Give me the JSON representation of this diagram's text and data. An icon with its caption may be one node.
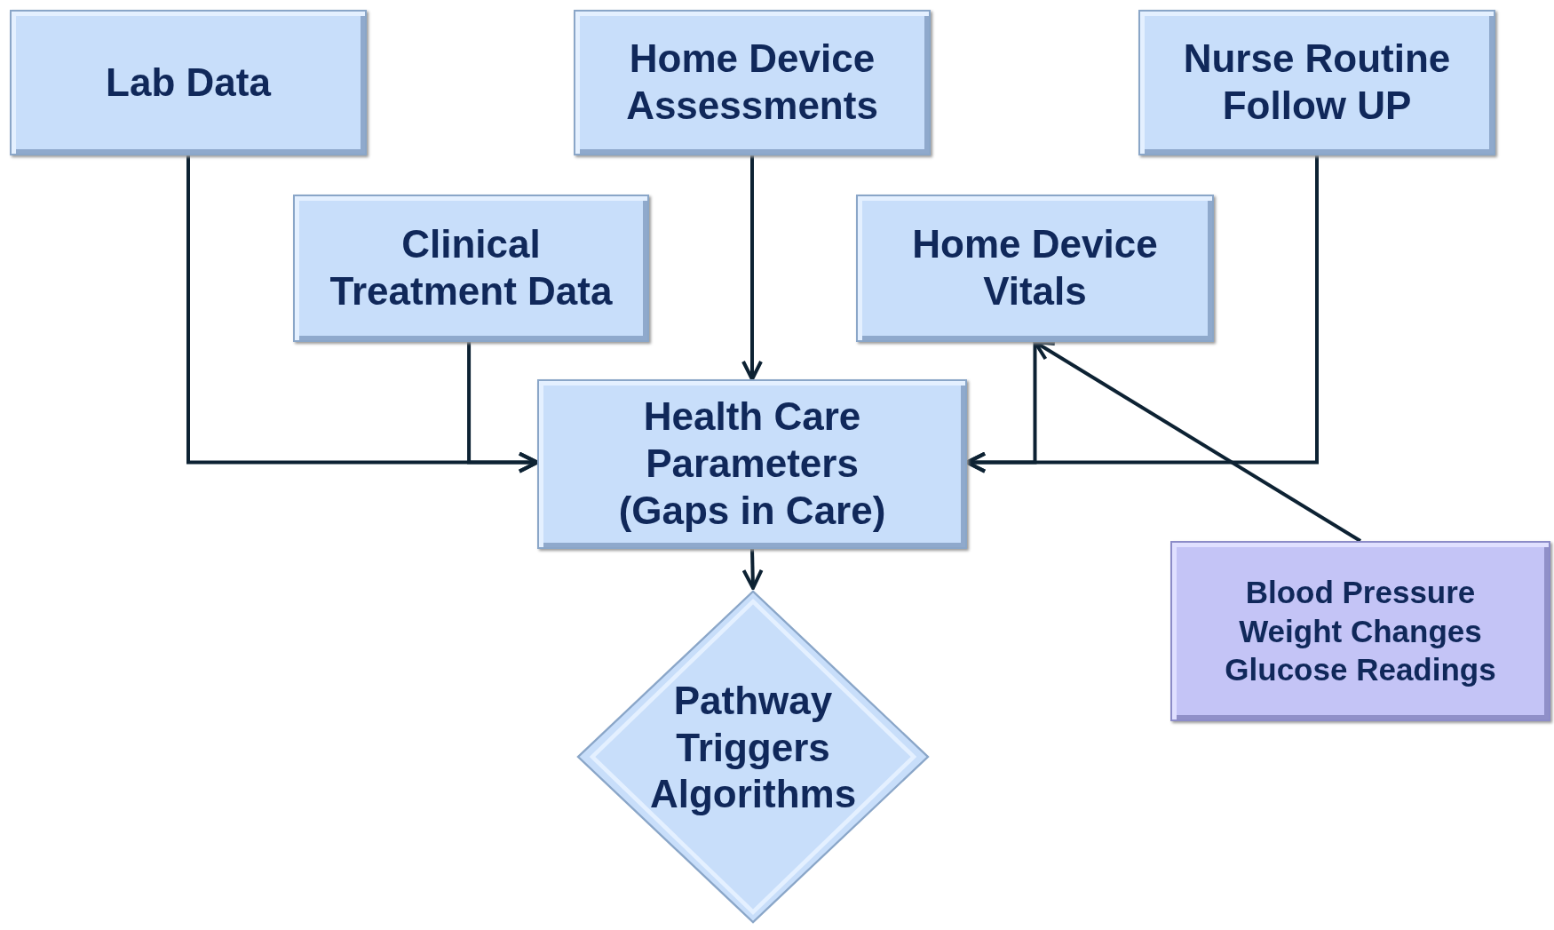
{
  "diagram": {
    "nodes": [
      {
        "text": [
          "Lab Data"
        ]
      },
      {
        "text": [
          "Home Device Assessments"
        ]
      },
      {
        "text": [
          "Nurse Routine Follow UP"
        ]
      },
      {
        "text": [
          "Clinical Treatment Data"
        ]
      },
      {
        "text": [
          "Home Device Vitals"
        ]
      },
      {
        "text": [
          "Health Care Parameters (Gaps in Care)"
        ]
      },
      {
        "text": [
          "Pathway Triggers Algorithms"
        ]
      },
      {
        "text": [
          "Blood Pressure Weight Changes Glucose Readings"
        ]
      }
    ],
    "edges": [
      {
        "from": 0,
        "to": 5,
        "arrow": "to"
      },
      {
        "from": 3,
        "to": 5,
        "arrow": "to"
      },
      {
        "from": 1,
        "to": 5,
        "arrow": "to"
      },
      {
        "from": 2,
        "to": 5,
        "arrow": "to"
      },
      {
        "from": 4,
        "to": 5,
        "arrow": "to"
      },
      {
        "from": 7,
        "to": 4,
        "arrow": "to"
      },
      {
        "from": 5,
        "to": 6,
        "arrow": "to"
      }
    ]
  }
}
